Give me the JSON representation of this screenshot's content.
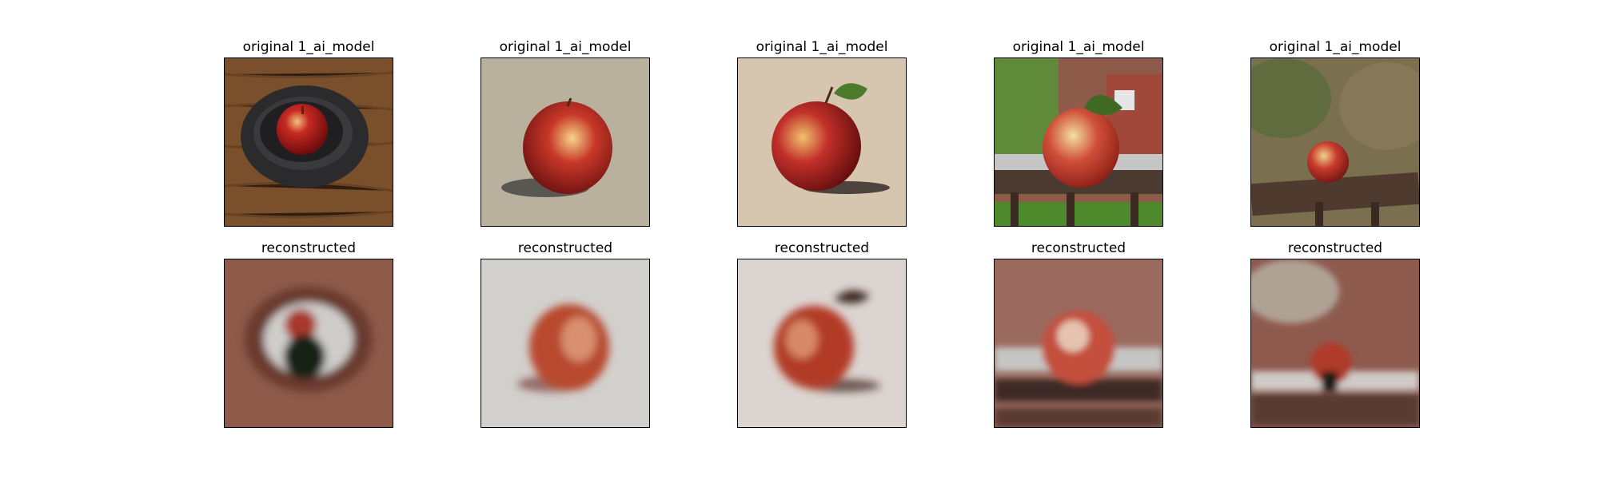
{
  "figure": {
    "rows": [
      {
        "name": "original",
        "panels": [
          {
            "title": "original 1_ai_model",
            "image": "apple-on-black-plate-wood-table"
          },
          {
            "title": "original 1_ai_model",
            "image": "apple-on-beige-background"
          },
          {
            "title": "original 1_ai_model",
            "image": "apple-with-leaf-on-beige-background"
          },
          {
            "title": "original 1_ai_model",
            "image": "apple-on-railing-outdoor"
          },
          {
            "title": "original 1_ai_model",
            "image": "small-apple-on-railing-outdoor"
          }
        ]
      },
      {
        "name": "reconstructed",
        "panels": [
          {
            "title": "reconstructed",
            "image": "blurry-reconstruction-plate"
          },
          {
            "title": "reconstructed",
            "image": "blurry-reconstruction-apple"
          },
          {
            "title": "reconstructed",
            "image": "blurry-reconstruction-apple-leaf"
          },
          {
            "title": "reconstructed",
            "image": "blurry-reconstruction-railing"
          },
          {
            "title": "reconstructed",
            "image": "blurry-reconstruction-small-apple"
          }
        ]
      }
    ]
  }
}
